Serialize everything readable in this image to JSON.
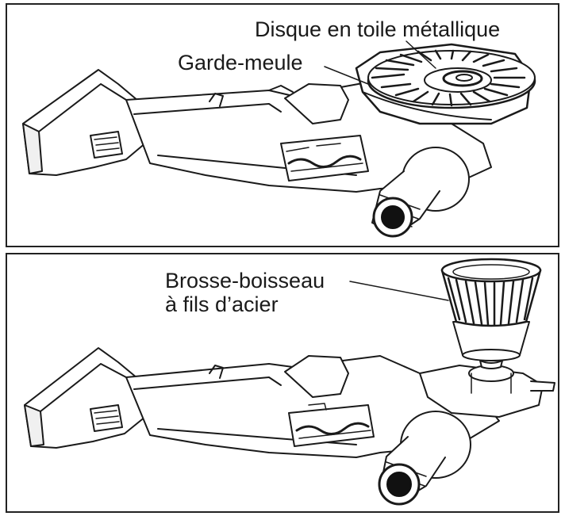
{
  "figure": {
    "panels": [
      {
        "id": "wire-wheel",
        "labels": {
          "disc": "Disque en toile métallique",
          "guard": "Garde-meule"
        }
      },
      {
        "id": "cup-brush",
        "labels": {
          "brush_line1": "Brosse-boisseau",
          "brush_line2": "à fils d’acier"
        }
      }
    ]
  },
  "colors": {
    "ink": "#1a1a1a",
    "border": "#222222",
    "background": "#ffffff"
  }
}
